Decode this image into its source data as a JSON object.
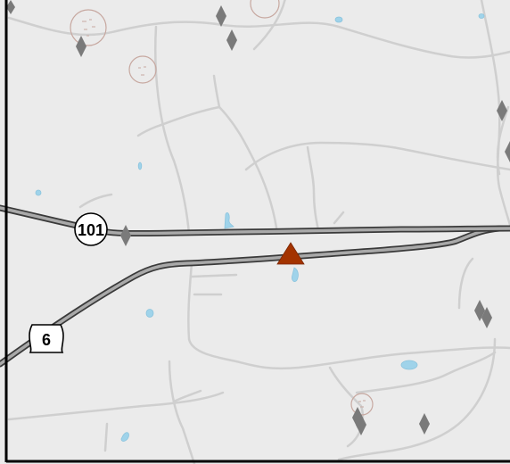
{
  "colors": {
    "land": "#ebebeb",
    "minor_road": "#cfcfcf",
    "highway_casing": "#3a3a3a",
    "highway_fill": "#a9a9a9",
    "water": "#9fd3ea",
    "poi_marker": "#7a7a7a",
    "hill_symbol": "#c7a8a0",
    "selected_marker": "#a33300",
    "frame": "#000000"
  },
  "map": {
    "shields": {
      "route_101": {
        "label": "101",
        "type": "us-route-circle"
      },
      "route_6": {
        "label": "6",
        "type": "us-highway-shield"
      }
    },
    "selected_marker": {
      "icon": "triangle-marker-icon"
    },
    "poi_icon": "diamond-marker-icon",
    "hill_icon": "hill-circle-icon"
  }
}
